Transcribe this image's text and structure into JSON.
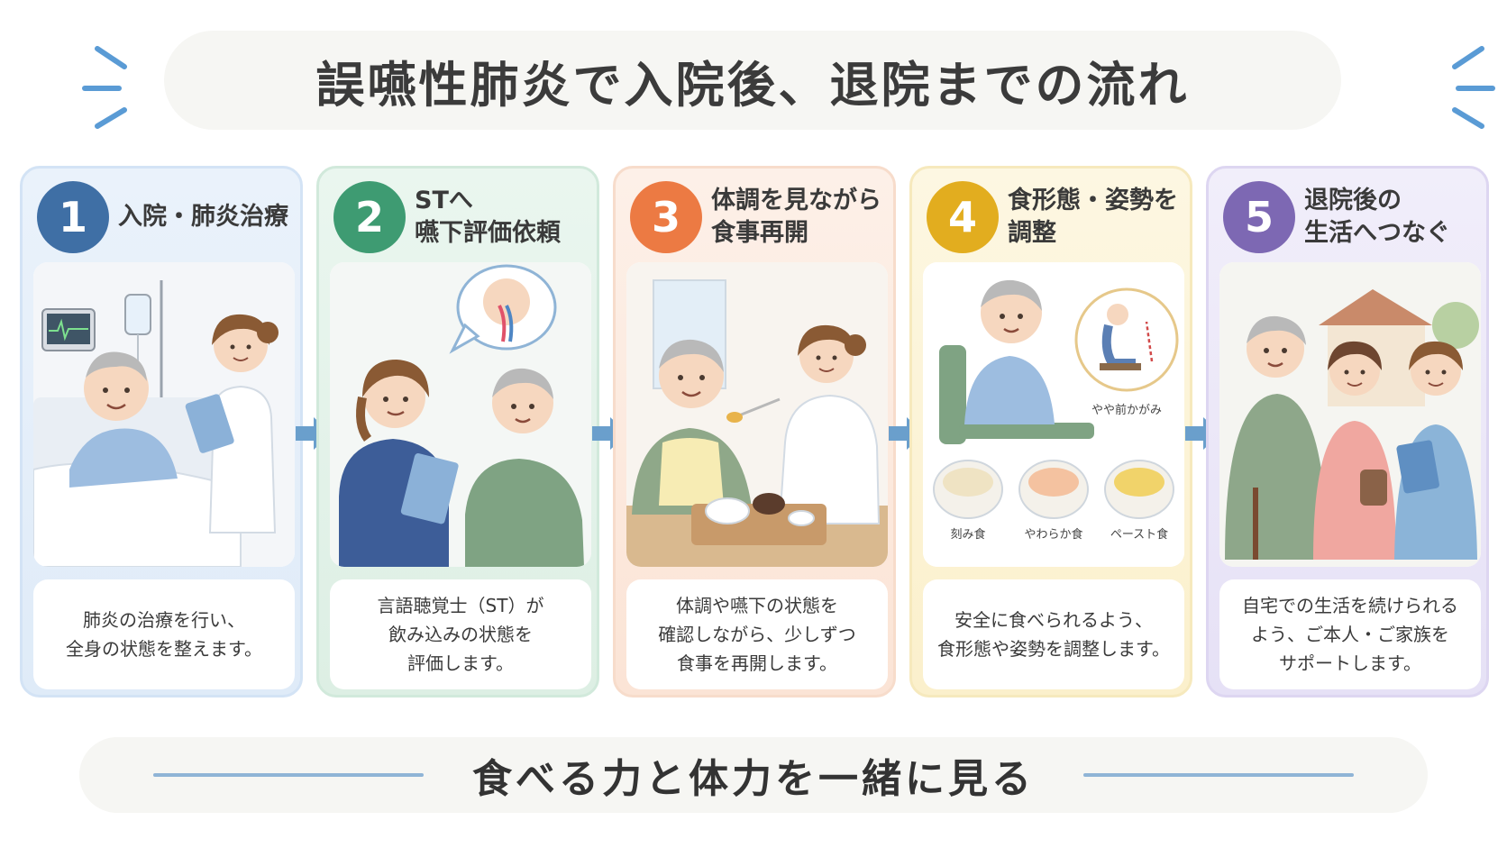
{
  "title": "誤嚥性肺炎で入院後、退院までの流れ",
  "footer": "食べる力と体力を一緒に見る",
  "colors": {
    "step1": "#3f6fa5",
    "step2": "#3e9b72",
    "step3": "#ec7a43",
    "step4": "#e2ad1f",
    "step5": "#7d68b3",
    "arrow": "#6a9fcc",
    "accent_line": "#8fb4d6"
  },
  "steps": [
    {
      "number": "1",
      "title_lines": [
        "入院・肺炎治療"
      ],
      "desc_lines": [
        "肺炎の治療を行い、",
        "全身の状態を整えます。"
      ]
    },
    {
      "number": "2",
      "title_lines": [
        "STへ",
        "嚥下評価依頼"
      ],
      "desc_lines": [
        "言語聴覚士（ST）が",
        "飲み込みの状態を",
        "評価します。"
      ]
    },
    {
      "number": "3",
      "title_lines": [
        "体調を見ながら",
        "食事再開"
      ],
      "desc_lines": [
        "体調や嚥下の状態を",
        "確認しながら、少しずつ",
        "食事を再開します。"
      ]
    },
    {
      "number": "4",
      "title_lines": [
        "食形態・姿勢を",
        "調整"
      ],
      "desc_lines": [
        "安全に食べられるよう、",
        "食形態や姿勢を調整します。"
      ],
      "posture_label": "やや前かがみ",
      "food_labels": [
        "刻み食",
        "やわらか食",
        "ペースト食"
      ]
    },
    {
      "number": "5",
      "title_lines": [
        "退院後の",
        "生活へつなぐ"
      ],
      "desc_lines": [
        "自宅での生活を続けられる",
        "よう、ご本人・ご家族を",
        "サポートします。"
      ]
    }
  ]
}
